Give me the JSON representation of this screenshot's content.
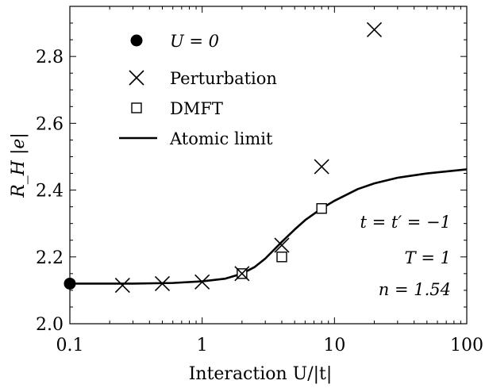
{
  "chart_data": {
    "type": "scatter",
    "title": "",
    "xlabel": "Interaction U/|t|",
    "ylabel": "R_H |e|",
    "xscale": "log",
    "xlim": [
      0.1,
      100
    ],
    "ylim": [
      2.0,
      2.95
    ],
    "x_ticks": [
      0.1,
      1,
      10,
      100
    ],
    "x_tick_labels": [
      "0.1",
      "1",
      "10",
      "100"
    ],
    "y_ticks": [
      2.0,
      2.2,
      2.4,
      2.6,
      2.8
    ],
    "y_tick_labels": [
      "2.0",
      "2.2",
      "2.4",
      "2.6",
      "2.8"
    ],
    "grid": false,
    "legend_position": "top-left",
    "series": [
      {
        "name": "U = 0",
        "marker": "filled-circle",
        "points": [
          {
            "x": 0.1,
            "y": 2.12
          }
        ]
      },
      {
        "name": "Perturbation",
        "marker": "cross",
        "points": [
          {
            "x": 0.25,
            "y": 2.115
          },
          {
            "x": 0.5,
            "y": 2.12
          },
          {
            "x": 1.0,
            "y": 2.125
          },
          {
            "x": 2.0,
            "y": 2.15
          },
          {
            "x": 4.0,
            "y": 2.235
          },
          {
            "x": 8.0,
            "y": 2.47
          },
          {
            "x": 20.0,
            "y": 2.88
          }
        ]
      },
      {
        "name": "DMFT",
        "marker": "open-square",
        "points": [
          {
            "x": 2.0,
            "y": 2.15
          },
          {
            "x": 4.0,
            "y": 2.2
          },
          {
            "x": 8.0,
            "y": 2.345
          }
        ]
      },
      {
        "name": "Atomic limit",
        "marker": "line",
        "points": [
          {
            "x": 0.1,
            "y": 2.12
          },
          {
            "x": 0.3,
            "y": 2.12
          },
          {
            "x": 0.6,
            "y": 2.122
          },
          {
            "x": 1.0,
            "y": 2.127
          },
          {
            "x": 1.5,
            "y": 2.135
          },
          {
            "x": 2.0,
            "y": 2.15
          },
          {
            "x": 2.5,
            "y": 2.17
          },
          {
            "x": 3.0,
            "y": 2.195
          },
          {
            "x": 4.0,
            "y": 2.245
          },
          {
            "x": 5.0,
            "y": 2.282
          },
          {
            "x": 6.0,
            "y": 2.31
          },
          {
            "x": 8.0,
            "y": 2.345
          },
          {
            "x": 10.0,
            "y": 2.368
          },
          {
            "x": 15.0,
            "y": 2.403
          },
          {
            "x": 20.0,
            "y": 2.42
          },
          {
            "x": 30.0,
            "y": 2.437
          },
          {
            "x": 50.0,
            "y": 2.45
          },
          {
            "x": 100.0,
            "y": 2.462
          }
        ]
      }
    ],
    "annotations": [
      "t = t′ = −1",
      "T = 1",
      "n = 1.54"
    ]
  }
}
